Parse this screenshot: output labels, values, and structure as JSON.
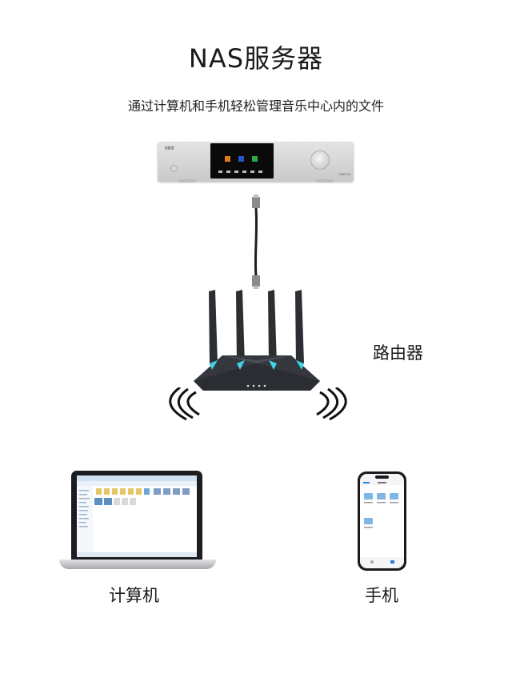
{
  "header": {
    "title": "NAS服务器",
    "subtitle": "通过计算机和手机轻松管理音乐中心内的文件"
  },
  "nas": {
    "brand": "MMI",
    "model": "DMP 20"
  },
  "nodes": {
    "router_label": "路由器",
    "computer_label": "计算机",
    "phone_label": "手机"
  },
  "colors": {
    "router_body": "#2b2e33",
    "router_accent": "#3fd3e6",
    "nas_body": "#d6d6d6",
    "folder": "#7fb6e6"
  }
}
